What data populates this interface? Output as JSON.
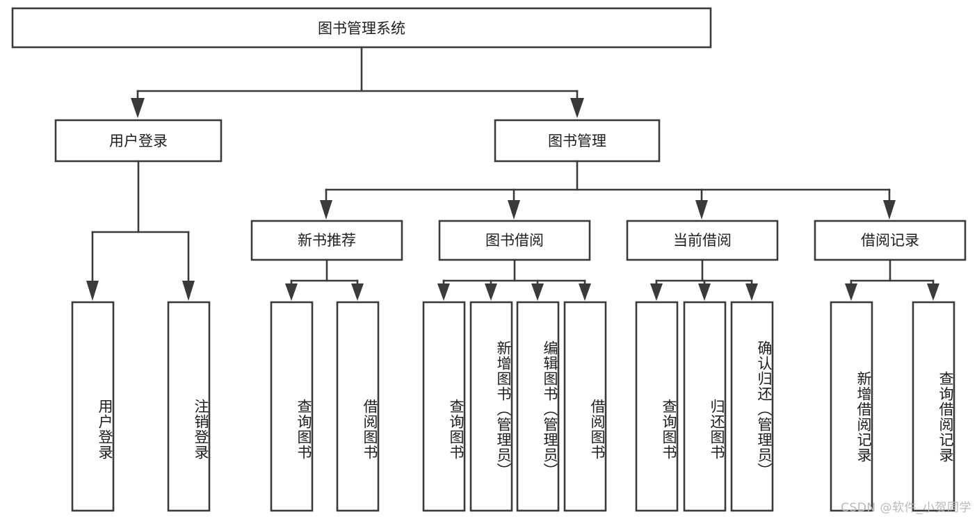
{
  "diagram": {
    "title": "图书管理系统",
    "type": "tree",
    "root": {
      "id": "root",
      "label": "图书管理系统",
      "orientation": "horizontal"
    },
    "level2": [
      {
        "id": "user-login",
        "label": "用户登录",
        "orientation": "horizontal"
      },
      {
        "id": "book-management",
        "label": "图书管理",
        "orientation": "horizontal"
      }
    ],
    "level3": [
      {
        "id": "new-book-recommend",
        "label": "新书推荐",
        "orientation": "horizontal",
        "parent": "book-management"
      },
      {
        "id": "book-borrow",
        "label": "图书借阅",
        "orientation": "horizontal",
        "parent": "book-management"
      },
      {
        "id": "current-borrow",
        "label": "当前借阅",
        "orientation": "horizontal",
        "parent": "book-management"
      },
      {
        "id": "borrow-record",
        "label": "借阅记录",
        "orientation": "horizontal",
        "parent": "book-management"
      }
    ],
    "leaves": [
      {
        "id": "leaf-user-login",
        "label": "用户登录",
        "parent": "user-login",
        "orientation": "vertical"
      },
      {
        "id": "leaf-logout",
        "label": "注销登录",
        "parent": "user-login",
        "orientation": "vertical"
      },
      {
        "id": "leaf-query-book-1",
        "label": "查询图书",
        "parent": "new-book-recommend",
        "orientation": "vertical"
      },
      {
        "id": "leaf-borrow-book-1",
        "label": "借阅图书",
        "parent": "new-book-recommend",
        "orientation": "vertical"
      },
      {
        "id": "leaf-query-book-2",
        "label": "查询图书",
        "parent": "book-borrow",
        "orientation": "vertical"
      },
      {
        "id": "leaf-add-book",
        "label": "新增图书（管理员）",
        "parent": "book-borrow",
        "orientation": "vertical"
      },
      {
        "id": "leaf-edit-book",
        "label": "编辑图书（管理员）",
        "parent": "book-borrow",
        "orientation": "vertical"
      },
      {
        "id": "leaf-borrow-book-2",
        "label": "借阅图书",
        "parent": "book-borrow",
        "orientation": "vertical"
      },
      {
        "id": "leaf-query-book-3",
        "label": "查询图书",
        "parent": "current-borrow",
        "orientation": "vertical"
      },
      {
        "id": "leaf-return-book",
        "label": "归还图书",
        "parent": "current-borrow",
        "orientation": "vertical"
      },
      {
        "id": "leaf-confirm-return",
        "label": "确认归还（管理员）",
        "parent": "current-borrow",
        "orientation": "vertical"
      },
      {
        "id": "leaf-add-record",
        "label": "新增借阅记录",
        "parent": "borrow-record",
        "orientation": "vertical"
      },
      {
        "id": "leaf-query-record",
        "label": "查询借阅记录",
        "parent": "borrow-record",
        "orientation": "vertical"
      }
    ],
    "colors": {
      "box_stroke": "#3a3a3a",
      "box_fill": "#ffffff",
      "connector": "#3a3a3a",
      "text": "#1d1d1d",
      "watermark": "#b9b9b9",
      "background": "#ffffff"
    }
  },
  "watermark": {
    "text": "CSDN @软件_小贺同学"
  }
}
